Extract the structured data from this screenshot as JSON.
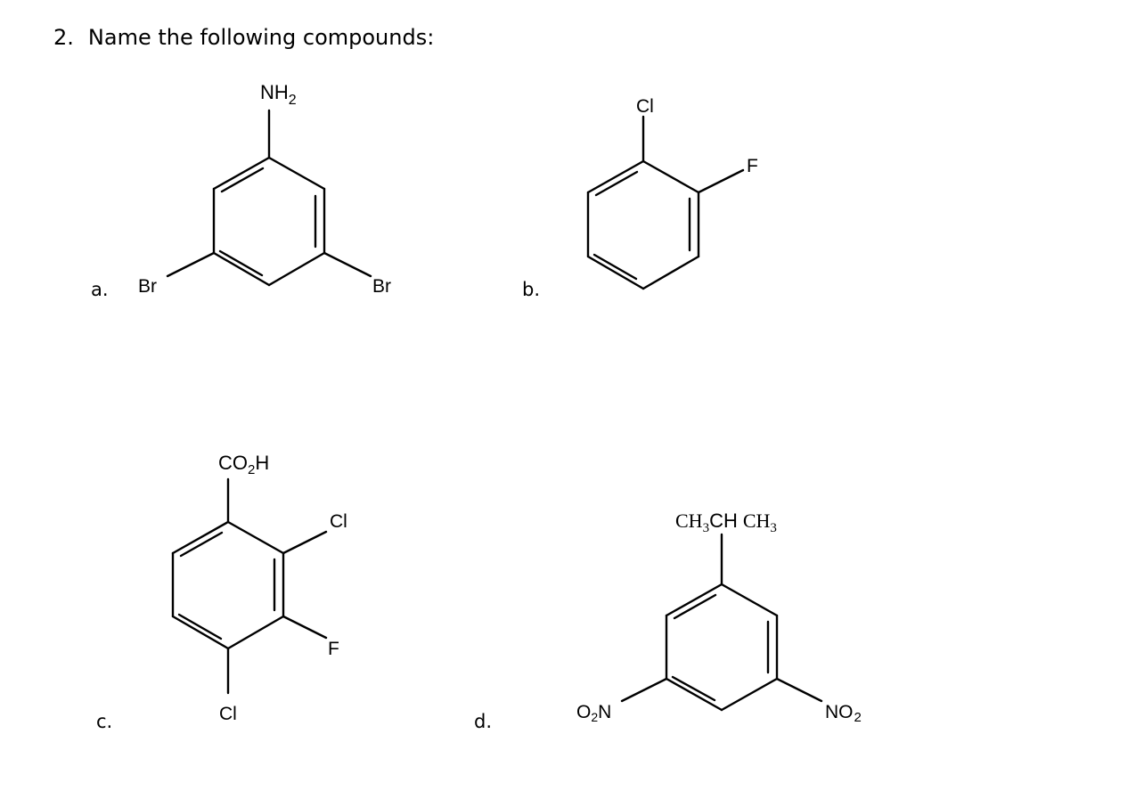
{
  "question": {
    "number": "2.",
    "text": "Name the following compounds:"
  },
  "compounds": {
    "a": {
      "label": "a.",
      "top": "NH",
      "top_sub": "2",
      "left": "Br",
      "right": "Br"
    },
    "b": {
      "label": "b.",
      "top": "Cl",
      "right": "F"
    },
    "c": {
      "label": "c.",
      "top_pre": "CO",
      "top_sub": "2",
      "top_post": "H",
      "right_top": "Cl",
      "right_bottom": "F",
      "bottom": "Cl"
    },
    "d": {
      "label": "d.",
      "top_1": "CH",
      "top_1_sub": "3",
      "top_2": "CH",
      "top_3": "CH",
      "top_3_sub": "3",
      "left_pre": "O",
      "left_sub": "2",
      "left_post": "N",
      "right_pre": "NO",
      "right_sub": "2"
    }
  }
}
